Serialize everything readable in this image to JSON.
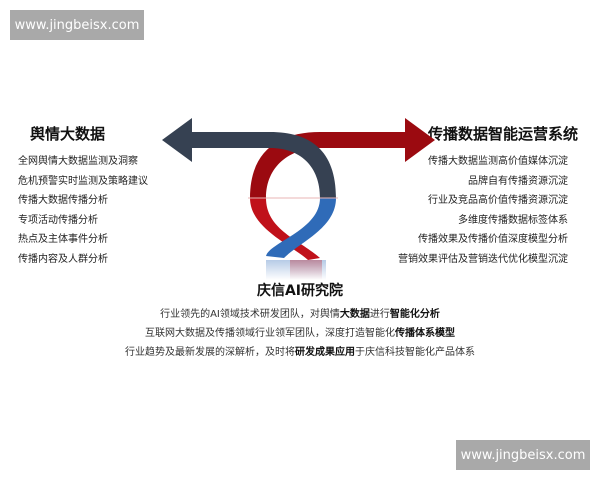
{
  "watermarks": {
    "top": "www.jingbeisx.com",
    "bottom": "www.jingbeisx.com"
  },
  "left_panel": {
    "title": "舆情大数据",
    "items": [
      "全网舆情大数据监测及洞察",
      "危机预警实时监测及策略建议",
      "传播大数据传播分析",
      "专项活动传播分析",
      "热点及主体事件分析",
      "传播内容及人群分析"
    ]
  },
  "right_panel": {
    "title": "传播数据智能运营系统",
    "items": [
      "传播大数据监测高价值媒体沉淀",
      "品牌自有传播资源沉淀",
      "行业及竞品高价值传播资源沉淀",
      "多维度传播数据标签体系",
      "传播效果及传播价值深度模型分析",
      "营销效果评估及营销迭代优化模型沉淀"
    ]
  },
  "center": {
    "title": "庆信AI研究院",
    "lines": [
      {
        "normal": "行业领先的AI领域技术研发团队，对舆情",
        "bold1": "大数据",
        "normal2": "进行",
        "bold2": "智能化分析"
      },
      {
        "normal": "互联网大数据及传播领域行业领军团队，深度打造智能化",
        "bold1": "传播体系模型",
        "normal2": "",
        "bold2": ""
      },
      {
        "normal": "行业趋势及最新发展的深解析，及时将",
        "bold1": "研发成果应用",
        "normal2": "于庆信科技智能化产品体系",
        "bold2": ""
      }
    ]
  },
  "diagram": {
    "left_arrow_color": "#364152",
    "right_arrow_color": "#9b0a10",
    "loop_red": "#c0111a",
    "loop_blue": "#2f6bb8"
  }
}
